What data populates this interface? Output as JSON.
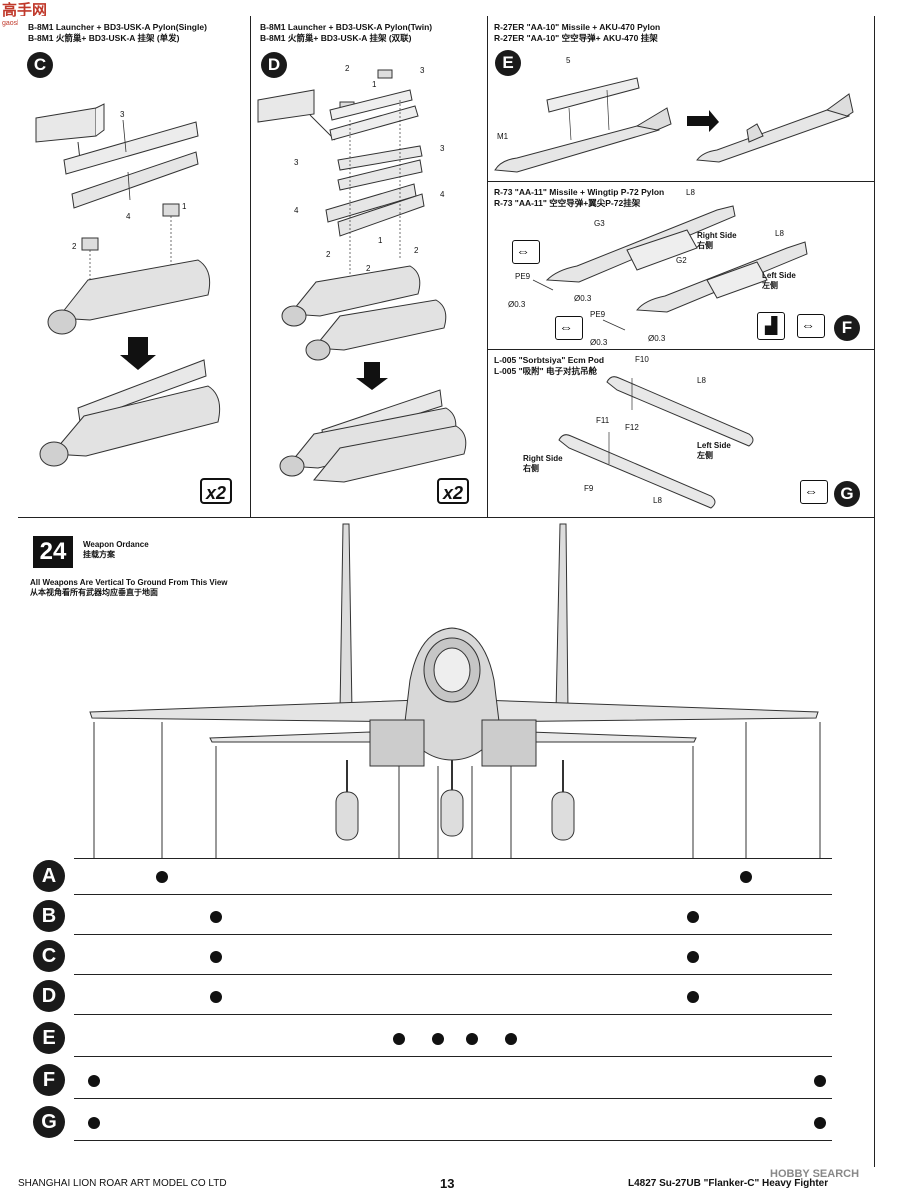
{
  "watermark_top": {
    "brand": "高手网",
    "url": "gaoshou.com"
  },
  "panels": {
    "C": {
      "letter": "C",
      "title_en": "B-8M1 Launcher + BD3-USK-A Pylon(Single)",
      "title_cn": "B-8M1 火箭巢+ BD3-USK-A 挂架 (单发)",
      "multiplier": "x2",
      "parts": [
        "3",
        "4",
        "1",
        "2"
      ]
    },
    "D": {
      "letter": "D",
      "title_en": "B-8M1 Launcher + BD3-USK-A Pylon(Twin)",
      "title_cn": "B-8M1 火箭巢+ BD3-USK-A 挂架 (双联)",
      "multiplier": "x2",
      "parts": [
        "2",
        "1",
        "3",
        "3",
        "3",
        "4",
        "4",
        "2",
        "2",
        "1",
        "2"
      ]
    },
    "E": {
      "letter": "E",
      "title_en": "R-27ER \"AA-10\" Missile + AKU-470 Pylon",
      "title_cn": "R-27ER \"AA-10\" 空空导弹+ AKU-470 挂架",
      "parts": [
        "5",
        "M1"
      ]
    },
    "F": {
      "letter": "F",
      "title_en": "R-73 \"AA-11\" Missile + Wingtip P-72 Pylon",
      "title_cn": "R-73 \"AA-11\" 空空导弹+翼尖P-72挂架",
      "parts": [
        "L8",
        "G3",
        "L8",
        "G2",
        "PE9",
        "Ø0.3",
        "Ø0.3",
        "PE9",
        "Ø0.3",
        "Ø0.3"
      ],
      "right_side_en": "Right Side",
      "right_side_cn": "右侧",
      "left_side_en": "Left Side",
      "left_side_cn": "左侧"
    },
    "G": {
      "letter": "G",
      "title_en": "L-005 \"Sorbtsiya\" Ecm Pod",
      "title_cn": "L-005 \"吸附\" 电子对抗吊舱",
      "parts": [
        "F10",
        "L8",
        "F12",
        "F11",
        "F9",
        "L8"
      ],
      "right_side_en": "Right Side",
      "right_side_cn": "右侧",
      "left_side_en": "Left Side",
      "left_side_cn": "左侧"
    }
  },
  "step24": {
    "number": "24",
    "title_en": "Weapon Ordance",
    "title_cn": "挂载方案",
    "note_en": "All Weapons Are Vertical To Ground From This View",
    "note_cn": "从本视角看所有武器均应垂直于地面",
    "rows": [
      {
        "letter": "A",
        "dot_x": [
          162,
          746
        ]
      },
      {
        "letter": "B",
        "dot_x": [
          216,
          693
        ]
      },
      {
        "letter": "C",
        "dot_x": [
          216,
          693
        ]
      },
      {
        "letter": "D",
        "dot_x": [
          216,
          693
        ]
      },
      {
        "letter": "E",
        "dot_x": [
          399,
          438,
          472,
          511
        ]
      },
      {
        "letter": "F",
        "dot_x": [
          94,
          820
        ]
      },
      {
        "letter": "G",
        "dot_x": [
          94,
          820
        ]
      }
    ]
  },
  "footer": {
    "company": "SHANGHAI LION ROAR ART MODEL CO LTD",
    "page": "13",
    "kit": "L4827  Su-27UB \"Flanker-C\" Heavy Fighter",
    "watermark": "HOBBY SEARCH"
  }
}
